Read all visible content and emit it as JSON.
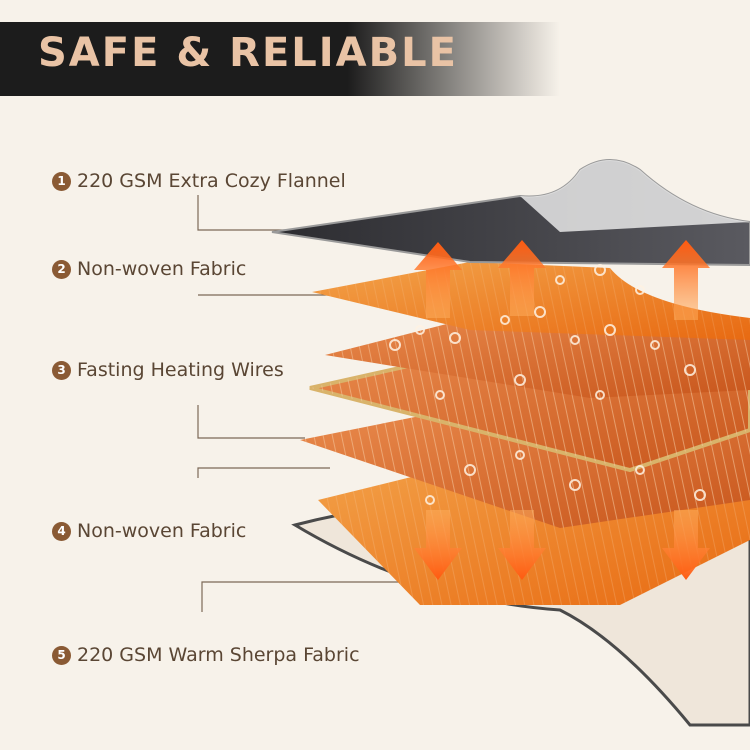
{
  "header": {
    "title": "SAFE & RELIABLE"
  },
  "layers": [
    {
      "number": "1",
      "label": "220 GSM Extra Cozy Flannel"
    },
    {
      "number": "2",
      "label": "Non-woven Fabric"
    },
    {
      "number": "3",
      "label": "Fasting Heating Wires"
    },
    {
      "number": "4",
      "label": "Non-woven Fabric"
    },
    {
      "number": "5",
      "label": "220 GSM Warm Sherpa Fabric"
    }
  ],
  "colors": {
    "banner": "#1c1c1c",
    "title": "#e9c3a5",
    "badge": "#8a5a34",
    "heat_orange": "#f07a1e",
    "flannel_gray": "#3c3c40"
  },
  "icons": [
    "arrow-up-icon",
    "arrow-down-icon"
  ]
}
